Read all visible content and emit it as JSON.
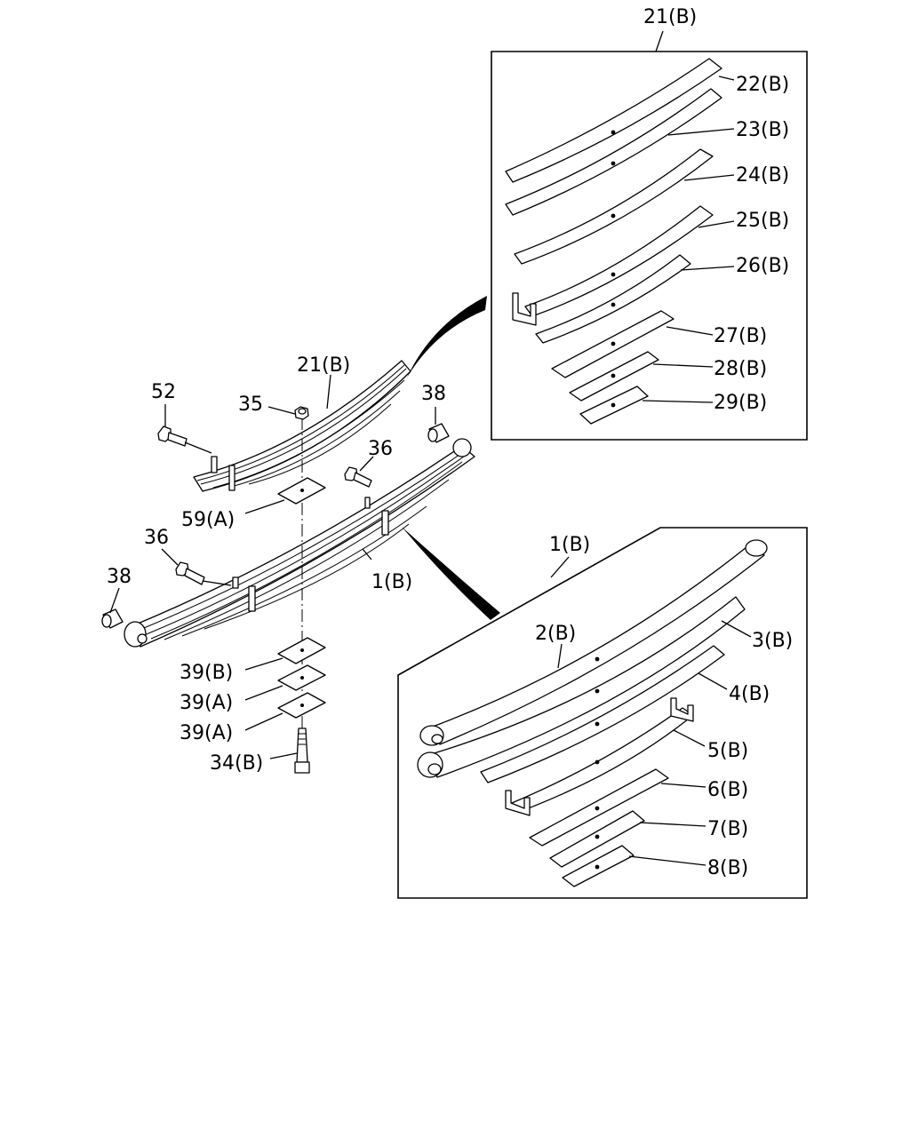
{
  "labels": {
    "l_21b_top": "21(B)",
    "l_22b": "22(B)",
    "l_23b": "23(B)",
    "l_24b": "24(B)",
    "l_25b": "25(B)",
    "l_26b": "26(B)",
    "l_27b": "27(B)",
    "l_28b": "28(B)",
    "l_29b": "29(B)",
    "l_21b": "21(B)",
    "l_52": "52",
    "l_35": "35",
    "l_38_right": "38",
    "l_36_right": "36",
    "l_59a": "59(A)",
    "l_36_left": "36",
    "l_38_left": "38",
    "l_1b": "1(B)",
    "l_39b": "39(B)",
    "l_39a_1": "39(A)",
    "l_39a_2": "39(A)",
    "l_34b": "34(B)",
    "l_1b_box": "1(B)",
    "l_2b": "2(B)",
    "l_3b": "3(B)",
    "l_4b": "4(B)",
    "l_5b": "5(B)",
    "l_6b": "6(B)",
    "l_7b": "7(B)",
    "l_8b": "8(B)"
  }
}
